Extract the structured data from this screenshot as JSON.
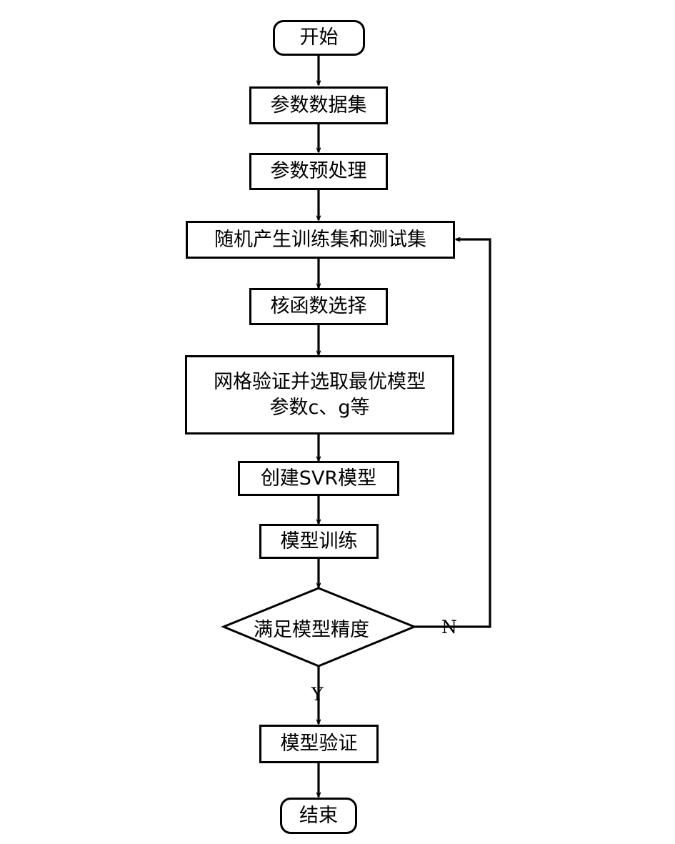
{
  "flowchart": {
    "start": "开始",
    "dataset": "参数数据集",
    "preprocess": "参数预处理",
    "split": "随机产生训练集和测试集",
    "kernel": "核函数选择",
    "grid_line1": "网格验证并选取最优模型",
    "grid_line2": "参数c、g等",
    "create": "创建SVR模型",
    "train": "模型训练",
    "decision": "满足模型精度",
    "no_label": "N",
    "yes_label": "Y",
    "validate": "模型验证",
    "end": "结束"
  }
}
